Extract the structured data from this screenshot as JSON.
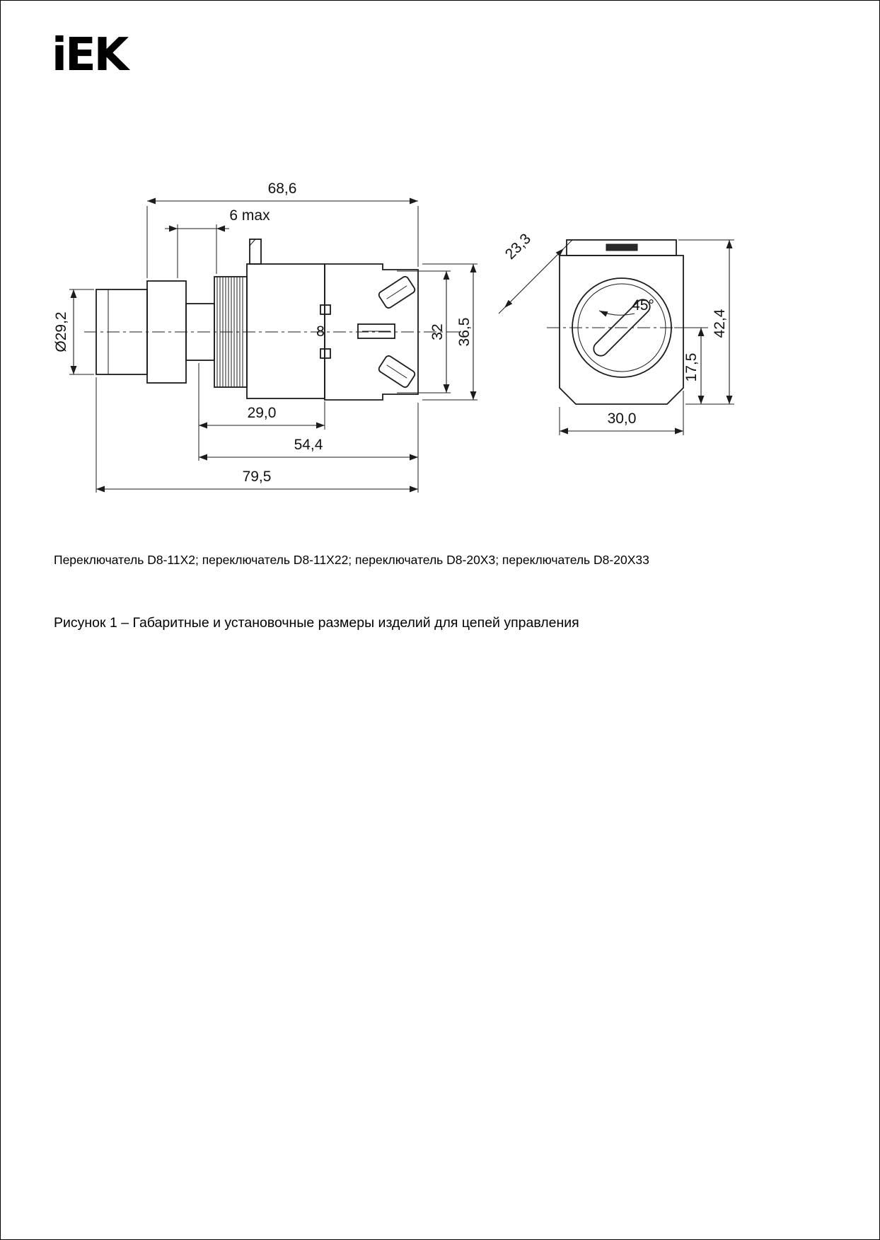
{
  "page": {
    "logo": "iEK",
    "models_line": "Переключатель D8-11X2; переключатель D8-11X22; переключатель D8-20X3; переключатель D8-20X33",
    "figure_caption": "Рисунок 1 – Габаритные и установочные размеры изделий для цепей управления"
  },
  "side_view": {
    "dim_total_width": "68,6",
    "dim_panel": "6 max",
    "dim_diameter": "Ø29,2",
    "dim_inner_height": "32",
    "dim_outer_height": "36,5",
    "dim_body": "29,0",
    "dim_mount": "54,4",
    "dim_full": "79,5",
    "terminal_mark": "8"
  },
  "front_view": {
    "dim_corner": "23,3",
    "dim_angle": "45°",
    "dim_height": "42,4",
    "dim_center_bottom": "17,5",
    "dim_width": "30,0"
  }
}
